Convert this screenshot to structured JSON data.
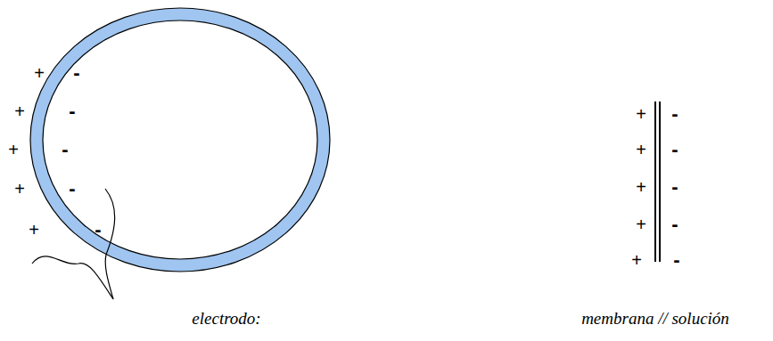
{
  "diagram": {
    "labels": [
      "+",
      "-",
      "+",
      "-",
      "+",
      "-",
      "+",
      "-",
      "+",
      "-",
      "+",
      "-",
      "+",
      "-",
      "+",
      "-",
      "+",
      "-",
      "+",
      "-",
      "electrodo:",
      "membrana // solución"
    ]
  }
}
